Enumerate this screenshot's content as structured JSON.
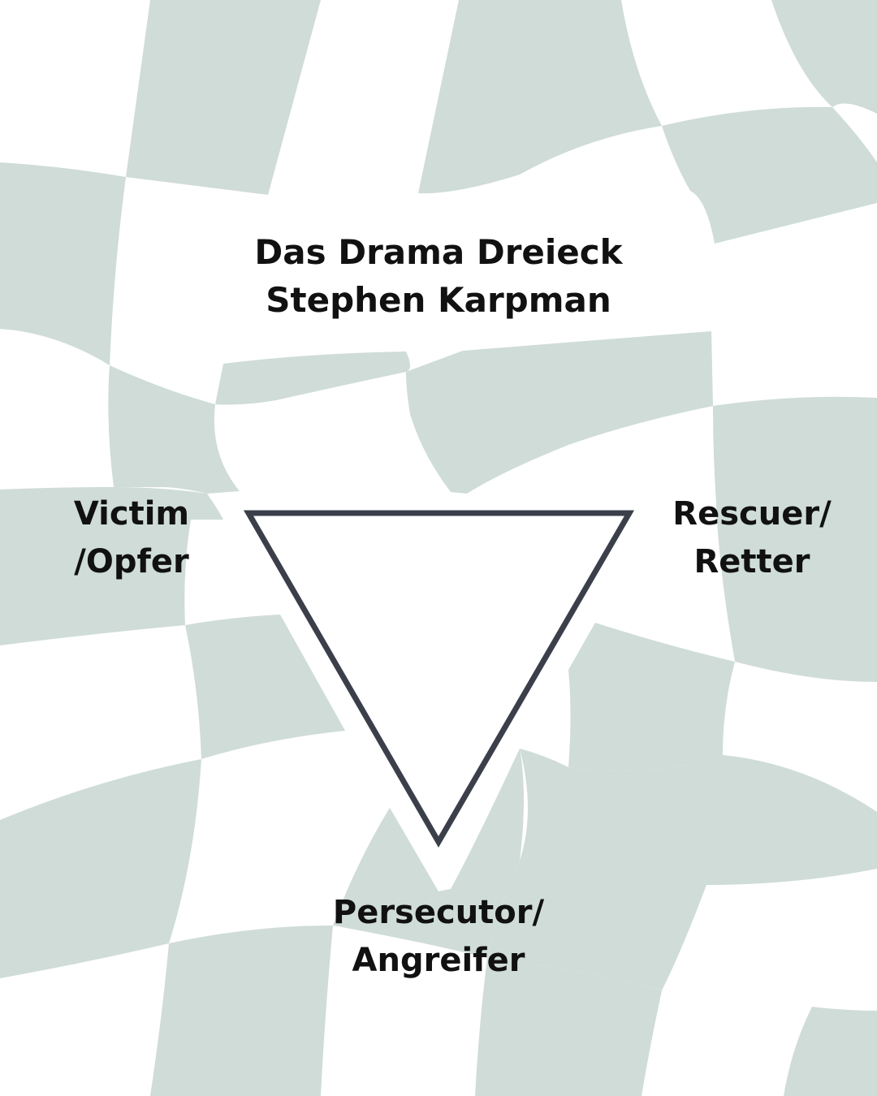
{
  "diagram": {
    "title": "Das Drama Dreieck",
    "subtitle": "Stephen Karpman",
    "vertices": {
      "victim": {
        "line1": "Victim",
        "line2": "/Opfer"
      },
      "rescuer": {
        "line1": "Rescuer/",
        "line2": "Retter"
      },
      "persecutor": {
        "line1": "Persecutor/",
        "line2": "Angreifer"
      }
    }
  },
  "colors": {
    "background": "#ffffff",
    "checker": "#cfdcd8",
    "triangle_stroke": "#3a3f4a",
    "text": "#111111"
  },
  "icons": {
    "triangle": "inverted-triangle-outline"
  }
}
